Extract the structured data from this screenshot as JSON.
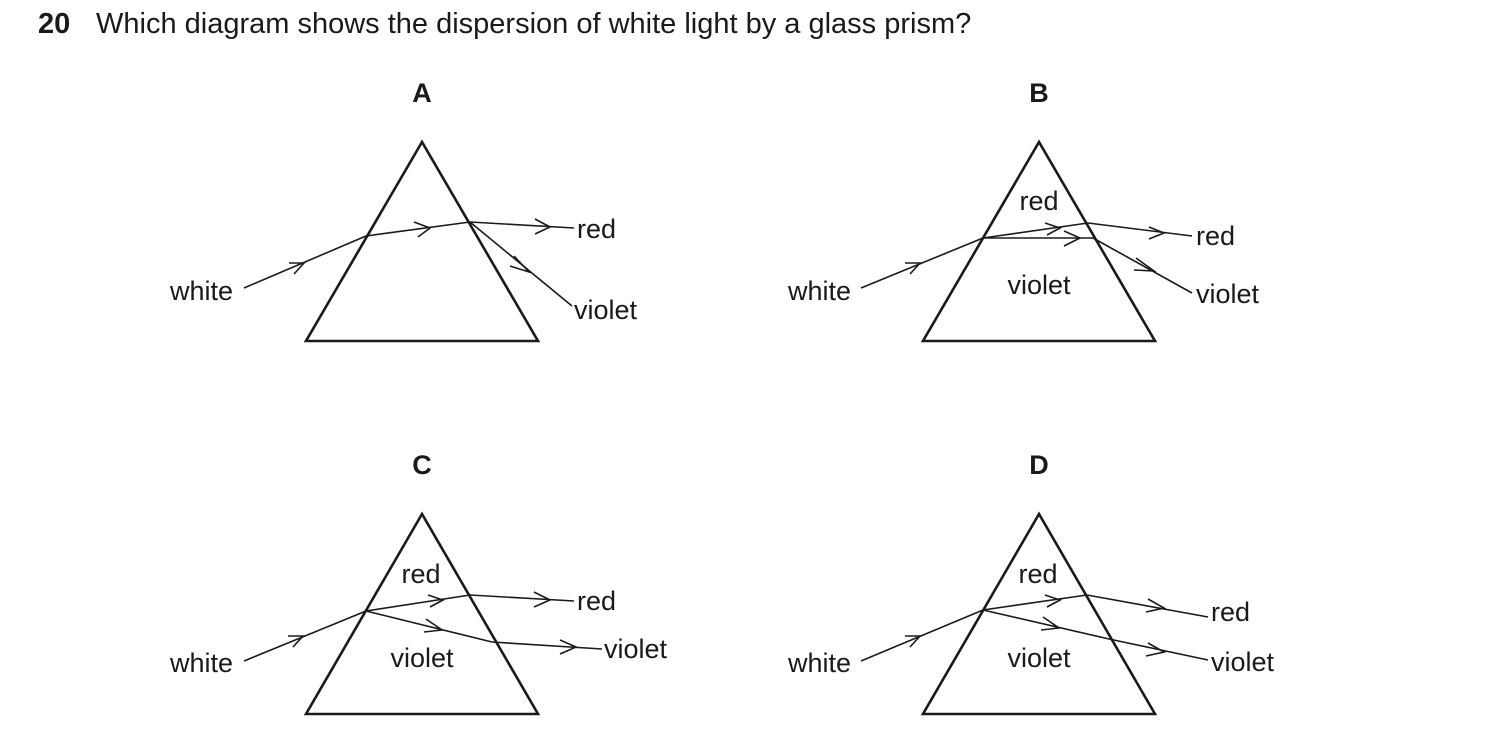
{
  "question": {
    "number": "20",
    "text": "Which diagram shows the dispersion of white light by a glass prism?"
  },
  "options": [
    {
      "letter": "A",
      "labels": {
        "white": "white",
        "red_out": "red",
        "violet_out": "violet"
      }
    },
    {
      "letter": "B",
      "labels": {
        "white": "white",
        "red_in": "red",
        "violet_in": "violet",
        "red_out": "red",
        "violet_out": "violet"
      }
    },
    {
      "letter": "C",
      "labels": {
        "white": "white",
        "red_in": "red",
        "violet_in": "violet",
        "red_out": "red",
        "violet_out": "violet"
      }
    },
    {
      "letter": "D",
      "labels": {
        "white": "white",
        "red_in": "red",
        "violet_in": "violet",
        "red_out": "red",
        "violet_out": "violet"
      }
    }
  ]
}
